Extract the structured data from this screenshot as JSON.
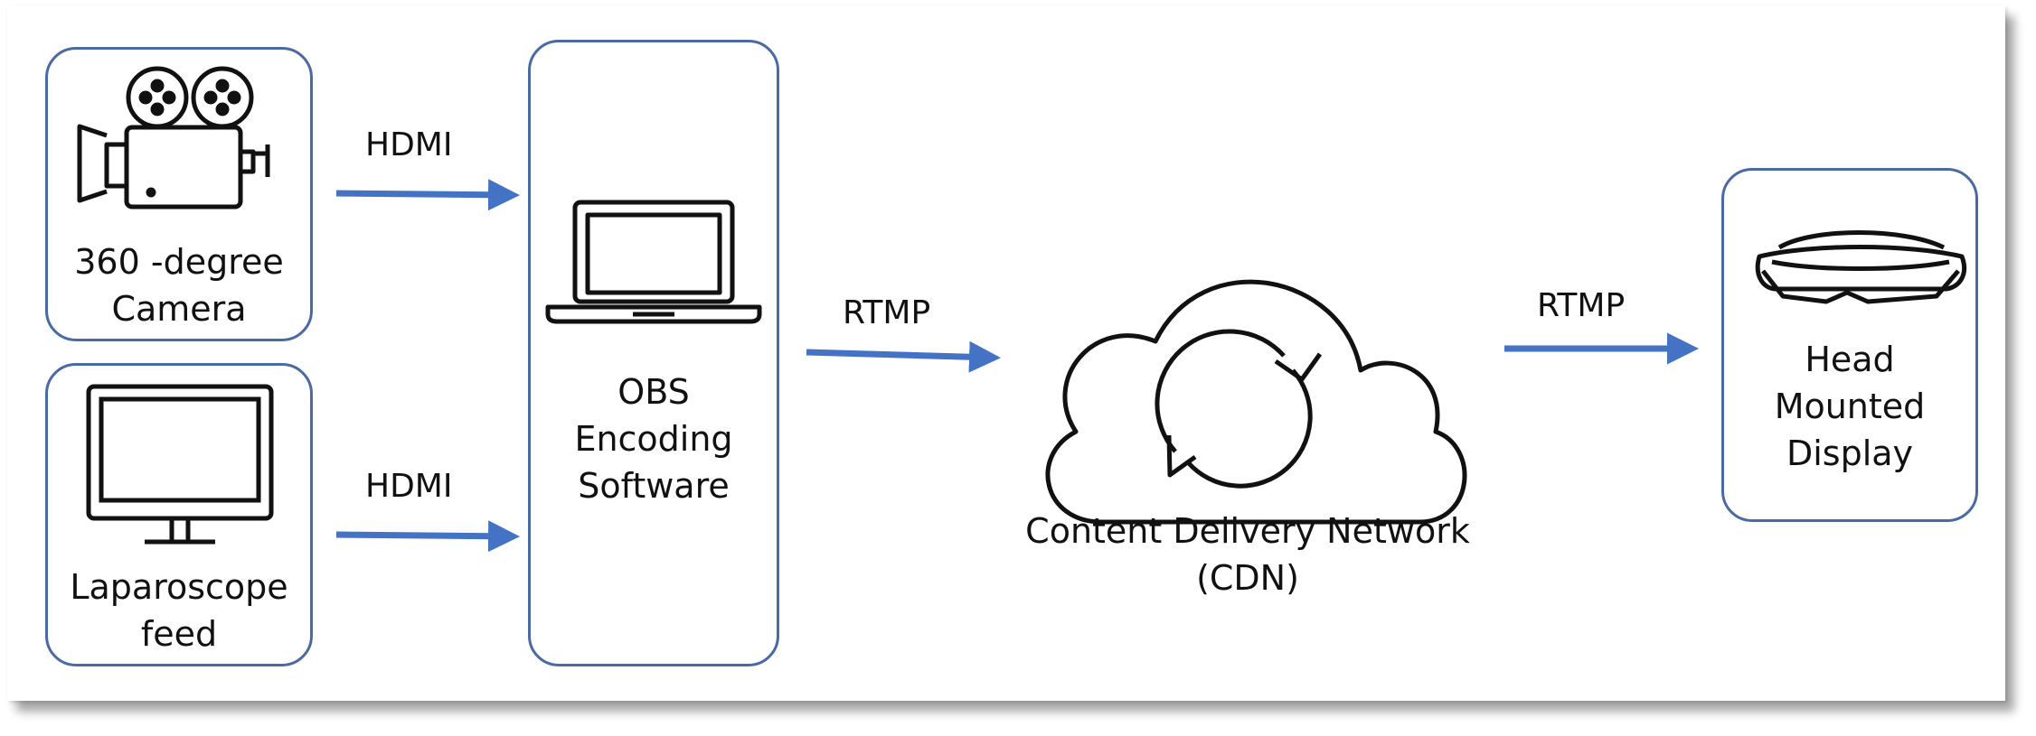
{
  "nodes": {
    "camera": {
      "line1": "360 -degree",
      "line2": "Camera"
    },
    "laparoscope": {
      "line1": "Laparoscope",
      "line2": "feed"
    },
    "obs": {
      "line1": "OBS",
      "line2": "Encoding",
      "line3": "Software"
    },
    "cdn": {
      "line1": "Content Delivery Network",
      "line2": "(CDN)"
    },
    "hmd": {
      "line1": "Head",
      "line2": "Mounted",
      "line3": "Display"
    }
  },
  "edges": {
    "camera_to_obs": "HDMI",
    "laparoscope_to_obs": "HDMI",
    "obs_to_cdn": "RTMP",
    "cdn_to_hmd": "RTMP"
  },
  "colors": {
    "box_border": "#4a6aa3",
    "arrow": "#4472c4",
    "icon": "#111111"
  },
  "icons": [
    "movie-camera-icon",
    "monitor-icon",
    "laptop-icon",
    "cloud-sync-icon",
    "vr-headset-icon"
  ]
}
